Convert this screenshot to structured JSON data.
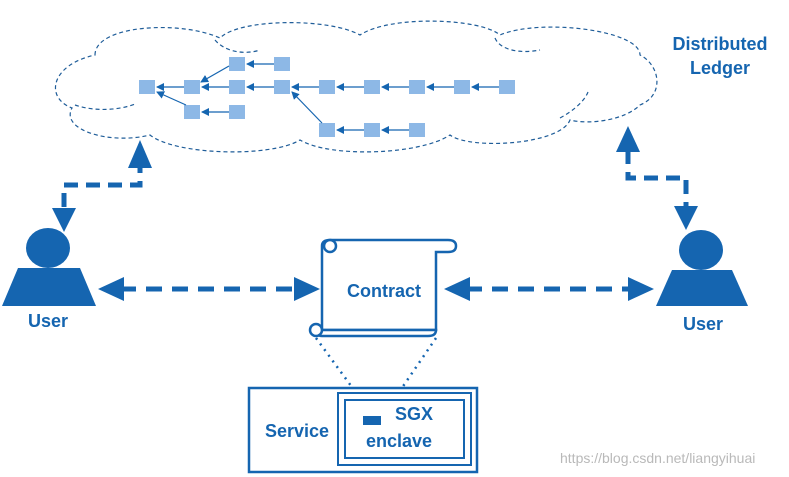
{
  "diagram": {
    "ledger_label_line1": "Distributed",
    "ledger_label_line2": "Ledger",
    "user_left_label": "User",
    "user_right_label": "User",
    "contract_label": "Contract",
    "service_label": "Service",
    "sgx_line1": "SGX",
    "sgx_line2": "enclave",
    "watermark": "https://blog.csdn.net/liangyihuai",
    "colors": {
      "primary": "#1565b0",
      "block": "#8db8e6",
      "chain_line": "#1565b0",
      "cloud_dash": "#1f5d99"
    }
  }
}
